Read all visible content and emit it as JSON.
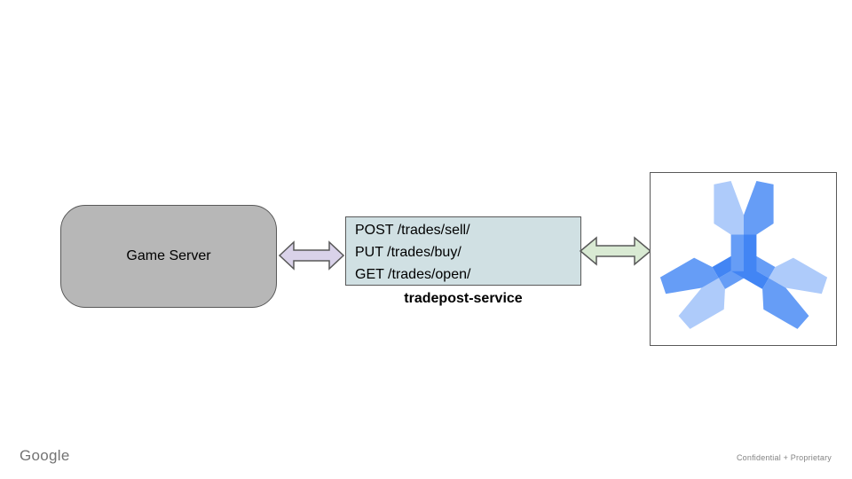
{
  "slide": {
    "background": "#ffffff",
    "footer": {
      "brand": "Google",
      "confidential_label": "Confidential + Proprietary"
    }
  },
  "diagram": {
    "game_server": {
      "label": "Game Server",
      "fill": "#b7b7b7",
      "border_color": "#595959"
    },
    "service_box": {
      "endpoints": [
        "POST /trades/sell/",
        "PUT /trades/buy/",
        "GET /trades/open/"
      ],
      "caption": "tradepost-service",
      "fill": "#d0e0e3",
      "border_color": "#595959"
    },
    "left_arrow": {
      "type": "double-headed",
      "fill": "#d9d2e9",
      "stroke": "#595959"
    },
    "right_arrow": {
      "type": "double-headed",
      "fill": "#d9ead3",
      "stroke": "#595959"
    },
    "spanner_icon": {
      "name": "cloud-spanner-logo",
      "colors": {
        "light": "#aecbfa",
        "medium": "#669df6",
        "dark": "#4285f4"
      },
      "frame_border": "#595959"
    }
  }
}
